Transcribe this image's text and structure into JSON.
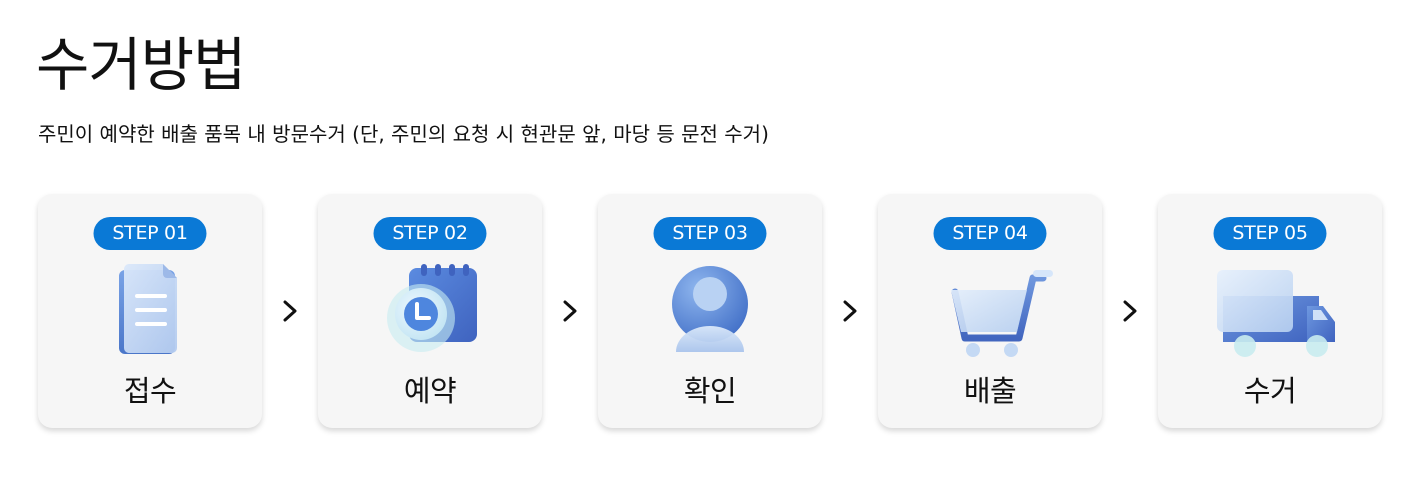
{
  "page": {
    "title": "수거방법",
    "subtitle": "주민이 예약한 배출 품목 내 방문수거 (단, 주민의 요청 시 현관문 앞, 마당 등 문전 수거)"
  },
  "steps": [
    {
      "badge": "STEP 01",
      "label": "접수",
      "icon": "document-icon"
    },
    {
      "badge": "STEP 02",
      "label": "예약",
      "icon": "calendar-clock-icon"
    },
    {
      "badge": "STEP 03",
      "label": "확인",
      "icon": "user-icon"
    },
    {
      "badge": "STEP 04",
      "label": "배출",
      "icon": "shopping-cart-icon"
    },
    {
      "badge": "STEP 05",
      "label": "수거",
      "icon": "truck-icon"
    }
  ],
  "colors": {
    "badge": "#0a79d6",
    "card": "#f6f6f6",
    "icon_dark": "#4f7fd0",
    "icon_light": "#b9d2f3"
  }
}
